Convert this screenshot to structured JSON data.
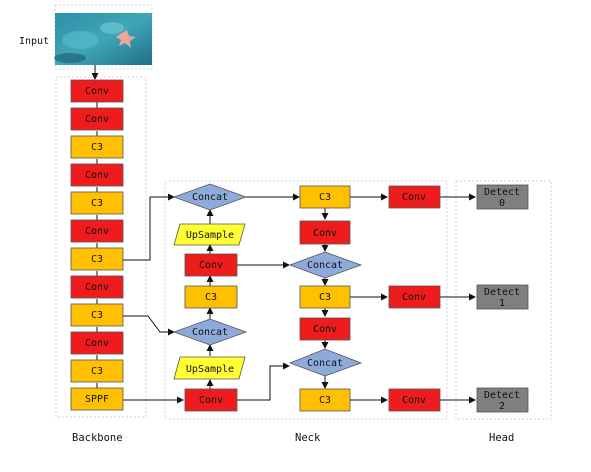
{
  "colors": {
    "conv": "#ee1c1c",
    "c3": "#ffc000",
    "sppf": "#ffc000",
    "upsample": "#ffff33",
    "concat": "#8eaadb",
    "detect": "#7f7f7f",
    "arrow": "#111111"
  },
  "input": {
    "label": "Input"
  },
  "sections": {
    "backbone": "Backbone",
    "neck": "Neck",
    "head": "Head"
  },
  "backbone": [
    {
      "type": "conv",
      "label": "Conv"
    },
    {
      "type": "conv",
      "label": "Conv"
    },
    {
      "type": "c3",
      "label": "C3"
    },
    {
      "type": "conv",
      "label": "Conv"
    },
    {
      "type": "c3",
      "label": "C3"
    },
    {
      "type": "conv",
      "label": "Conv"
    },
    {
      "type": "c3",
      "label": "C3"
    },
    {
      "type": "conv",
      "label": "Conv"
    },
    {
      "type": "c3",
      "label": "C3"
    },
    {
      "type": "conv",
      "label": "Conv"
    },
    {
      "type": "c3",
      "label": "C3"
    },
    {
      "type": "sppf",
      "label": "SPPF"
    }
  ],
  "neck": {
    "concat1": "Concat",
    "upsample1": "UpSample",
    "conv1": "Conv",
    "c3_a": "C3",
    "concat2": "Concat",
    "upsample2": "UpSample",
    "conv2": "Conv",
    "c3_top": "C3",
    "conv_top": "Conv",
    "concat3": "Concat",
    "c3_mid": "C3",
    "conv_mid": "Conv",
    "concat4": "Concat",
    "c3_bot": "C3"
  },
  "head": {
    "conv_0": "Conv",
    "conv_1": "Conv",
    "conv_2": "Conv",
    "detect_0": {
      "name": "Detect",
      "index": "0"
    },
    "detect_1": {
      "name": "Detect",
      "index": "1"
    },
    "detect_2": {
      "name": "Detect",
      "index": "2"
    }
  }
}
